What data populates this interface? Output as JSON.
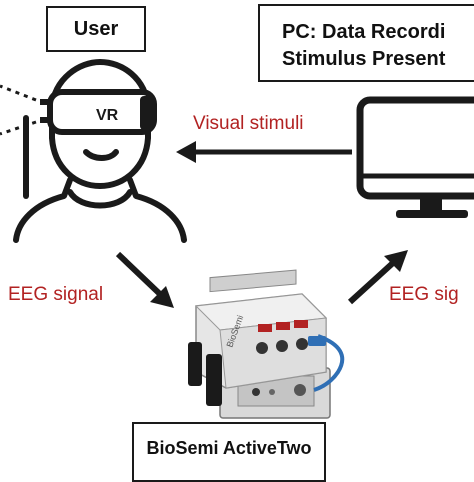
{
  "user_box": {
    "label": "User"
  },
  "pc_box": {
    "line1": "PC: Data Recordi",
    "line2": "Stimulus Present"
  },
  "headset": {
    "label": "VR"
  },
  "arrows": {
    "visual": "Visual stimuli",
    "eeg_left": "EEG signal",
    "eeg_right": "EEG sig"
  },
  "device": {
    "box_label": "BioSemi ActiveTwo",
    "brand": "BioSemi"
  },
  "colors": {
    "label_red": "#b22222",
    "line": "#1a1a1a"
  }
}
